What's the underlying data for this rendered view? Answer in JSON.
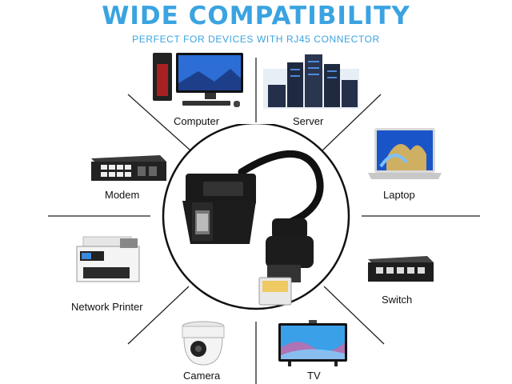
{
  "header": {
    "title": "WIDE COMPATIBILITY",
    "subtitle": "PERFECT FOR DEVICES WITH RJ45 CONNECTOR"
  },
  "devices": {
    "computer": "Computer",
    "server": "Server",
    "modem": "Modem",
    "laptop": "Laptop",
    "network_printer": "Network Printer",
    "switch": "Switch",
    "camera": "Camera",
    "tv": "TV"
  },
  "colors": {
    "accent": "#3aa3e0",
    "label_text": "#111111",
    "divider": "#222222"
  }
}
